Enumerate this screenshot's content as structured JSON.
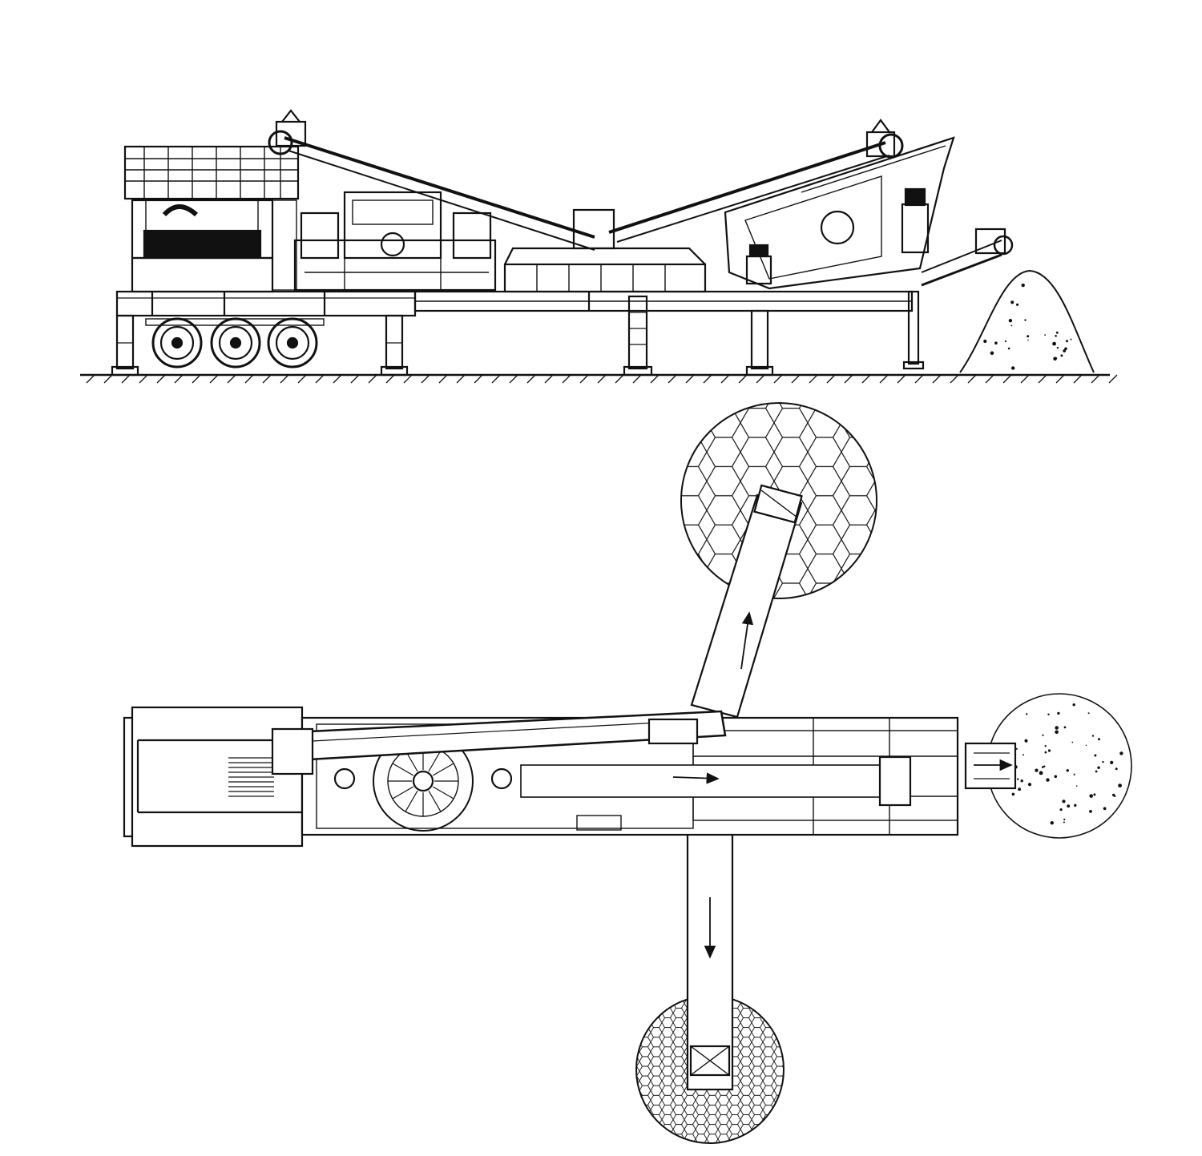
{
  "diagram": {
    "views": [
      {
        "name": "side-elevation"
      },
      {
        "name": "plan-view"
      }
    ],
    "stockpiles": [
      {
        "name": "fine-aggregate-pile",
        "texture": "hexagon"
      },
      {
        "name": "coarse-aggregate-pile",
        "texture": "speckle"
      },
      {
        "name": "small-aggregate-pile",
        "texture": "fine-hexagon"
      }
    ],
    "flow_arrows": [
      "up-to-north-pile",
      "east-to-east-pile",
      "down-to-south-pile"
    ],
    "colors": {
      "ink": "#111111",
      "paper": "#ffffff"
    }
  }
}
